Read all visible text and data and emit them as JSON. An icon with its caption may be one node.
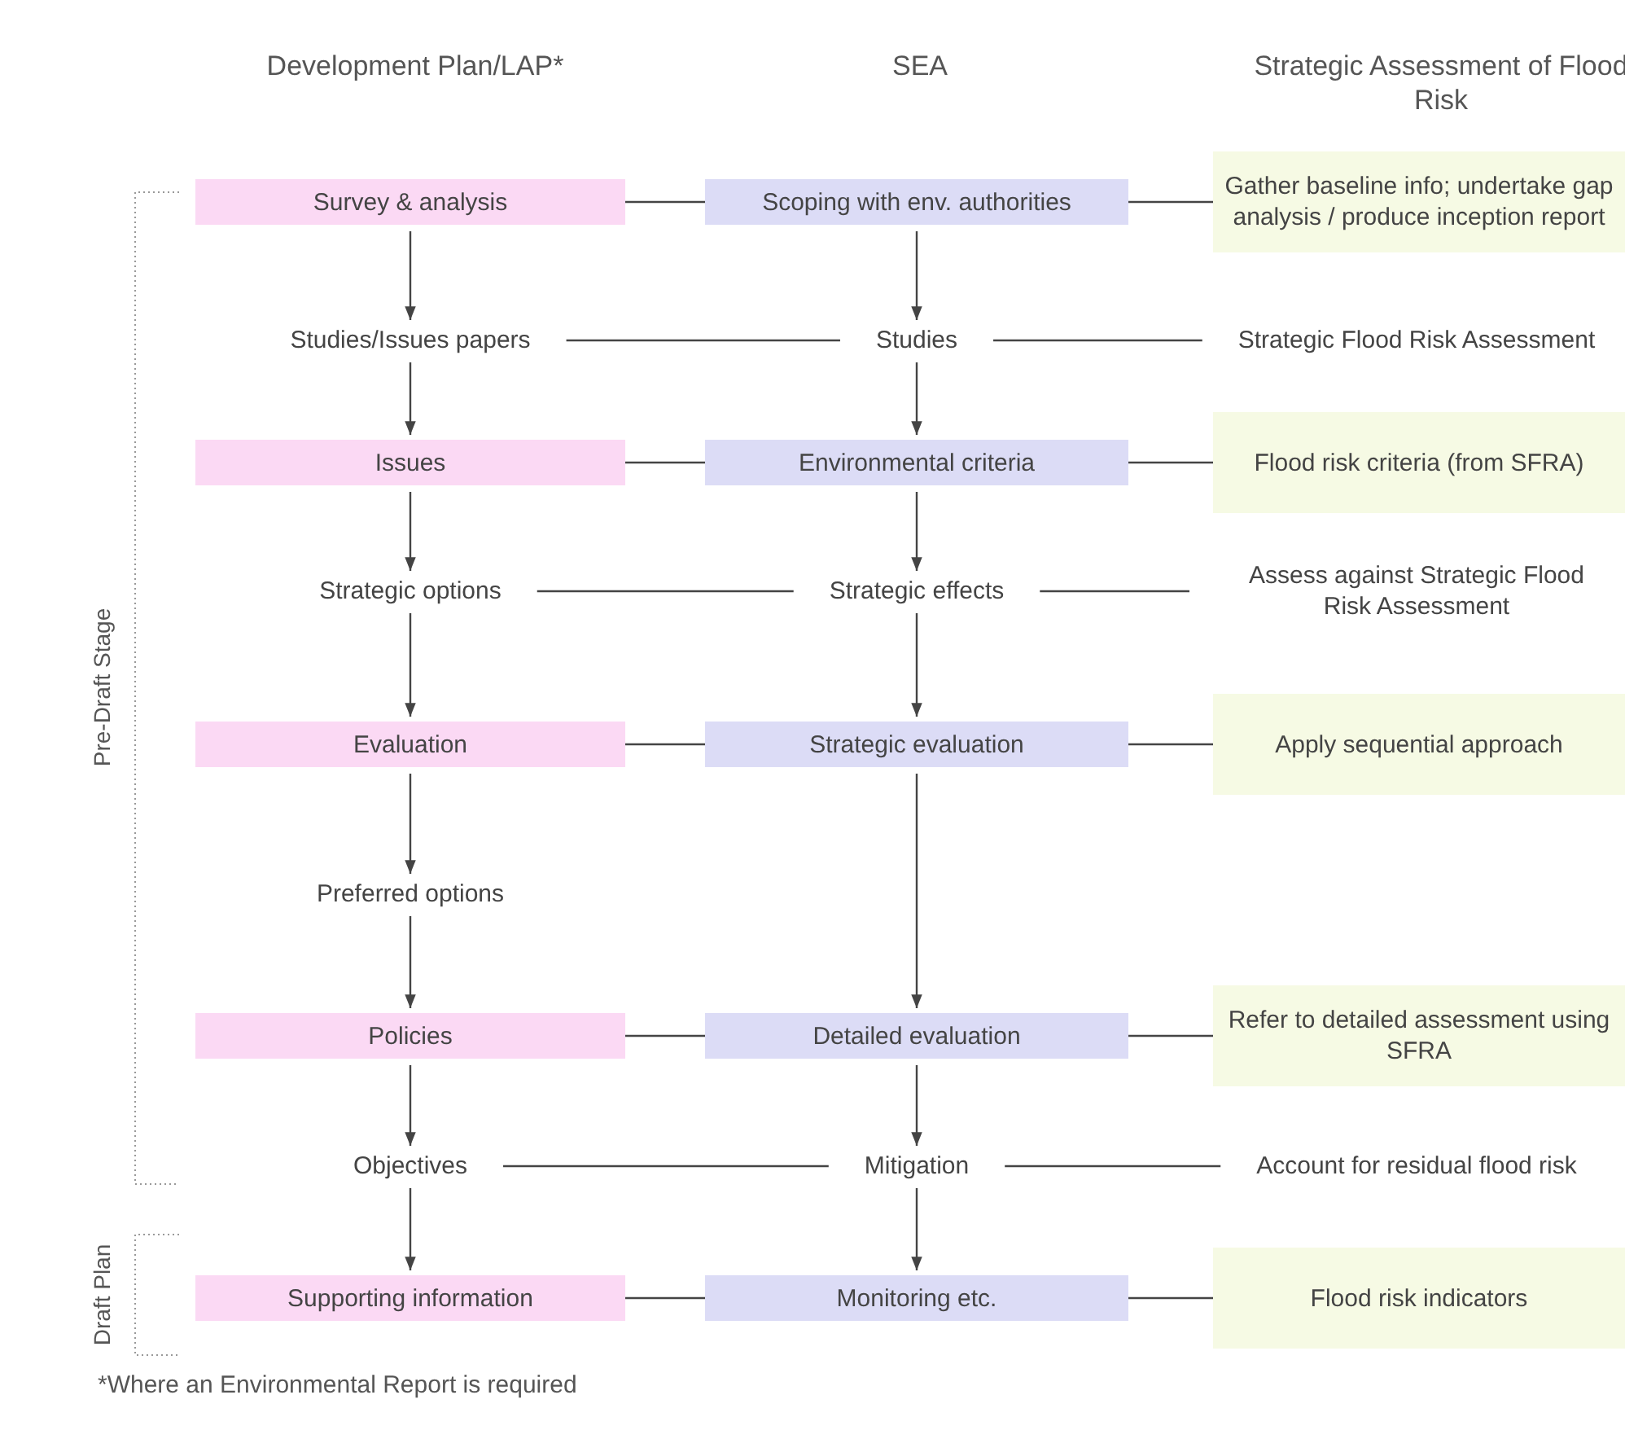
{
  "diagram": {
    "nodes": [
      {
        "text": [
          "Survey & analysis"
        ]
      },
      {
        "text": [
          "Scoping with env. authorities"
        ]
      },
      {
        "text": [
          "Gather baseline info; undertake gap analysis / produce inception report"
        ]
      },
      {
        "text": [
          "Studies/Issues papers"
        ]
      },
      {
        "text": [
          "Studies"
        ]
      },
      {
        "text": [
          "Strategic Flood Risk Assessment"
        ]
      },
      {
        "text": [
          "Issues"
        ]
      },
      {
        "text": [
          "Environmental criteria"
        ]
      },
      {
        "text": [
          "Flood risk criteria (from SFRA)"
        ]
      },
      {
        "text": [
          "Strategic options"
        ]
      },
      {
        "text": [
          "Strategic effects"
        ]
      },
      {
        "text": [
          "Assess against Strategic Flood Risk Assessment"
        ]
      },
      {
        "text": [
          "Evaluation"
        ]
      },
      {
        "text": [
          "Strategic evaluation"
        ]
      },
      {
        "text": [
          "Apply sequential approach"
        ]
      },
      {
        "text": [
          "Preferred options"
        ]
      },
      {
        "text": [
          "Policies"
        ]
      },
      {
        "text": [
          "Detailed evaluation"
        ]
      },
      {
        "text": [
          "Refer to detailed assessment using SFRA"
        ]
      },
      {
        "text": [
          "Objectives"
        ]
      },
      {
        "text": [
          "Mitigation"
        ]
      },
      {
        "text": [
          "Account for residual flood risk"
        ]
      },
      {
        "text": [
          "Supporting information"
        ]
      },
      {
        "text": [
          "Monitoring etc."
        ]
      },
      {
        "text": [
          "Flood risk indicators"
        ]
      }
    ],
    "edges": [
      {
        "from": 0,
        "to": 1,
        "arrow": "none"
      },
      {
        "from": 1,
        "to": 2,
        "arrow": "none"
      },
      {
        "from": 0,
        "to": 3,
        "arrow": "to"
      },
      {
        "from": 1,
        "to": 4,
        "arrow": "to"
      },
      {
        "from": 3,
        "to": 4,
        "arrow": "none"
      },
      {
        "from": 4,
        "to": 5,
        "arrow": "none"
      },
      {
        "from": 3,
        "to": 6,
        "arrow": "to"
      },
      {
        "from": 4,
        "to": 7,
        "arrow": "to"
      },
      {
        "from": 6,
        "to": 7,
        "arrow": "none"
      },
      {
        "from": 7,
        "to": 8,
        "arrow": "none"
      },
      {
        "from": 6,
        "to": 9,
        "arrow": "to"
      },
      {
        "from": 7,
        "to": 10,
        "arrow": "to"
      },
      {
        "from": 9,
        "to": 10,
        "arrow": "none"
      },
      {
        "from": 10,
        "to": 11,
        "arrow": "none"
      },
      {
        "from": 9,
        "to": 12,
        "arrow": "to"
      },
      {
        "from": 10,
        "to": 13,
        "arrow": "to"
      },
      {
        "from": 12,
        "to": 13,
        "arrow": "none"
      },
      {
        "from": 13,
        "to": 14,
        "arrow": "none"
      },
      {
        "from": 12,
        "to": 15,
        "arrow": "to"
      },
      {
        "from": 13,
        "to": 17,
        "arrow": "to"
      },
      {
        "from": 15,
        "to": 16,
        "arrow": "to"
      },
      {
        "from": 16,
        "to": 17,
        "arrow": "none"
      },
      {
        "from": 17,
        "to": 18,
        "arrow": "none"
      },
      {
        "from": 16,
        "to": 19,
        "arrow": "to"
      },
      {
        "from": 17,
        "to": 20,
        "arrow": "to"
      },
      {
        "from": 19,
        "to": 20,
        "arrow": "none"
      },
      {
        "from": 20,
        "to": 21,
        "arrow": "none"
      },
      {
        "from": 19,
        "to": 22,
        "arrow": "to"
      },
      {
        "from": 20,
        "to": 23,
        "arrow": "to"
      },
      {
        "from": 22,
        "to": 23,
        "arrow": "none"
      },
      {
        "from": 23,
        "to": 24,
        "arrow": "none"
      }
    ],
    "labels": [
      "Development Plan/LAP*",
      "SEA",
      "Strategic Assessment of Flood Risk",
      "Pre-Draft Stage",
      "Draft Plan",
      "*Where an Environmental Report is required"
    ]
  }
}
